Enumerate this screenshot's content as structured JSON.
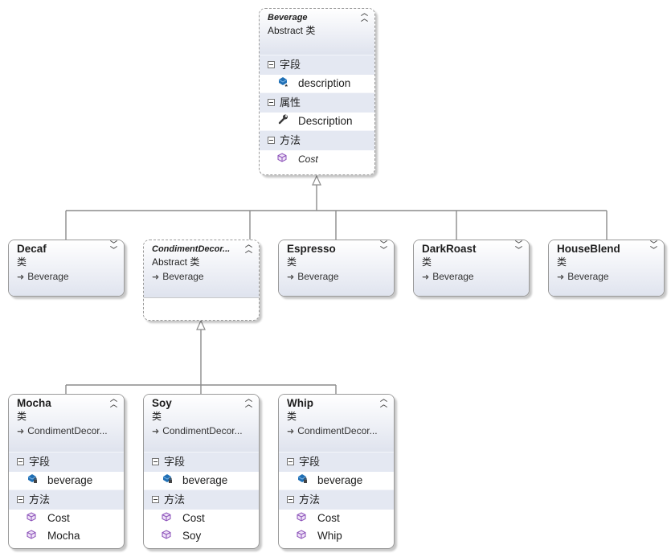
{
  "classes": {
    "beverage": {
      "name": "Beverage",
      "stereotype": "Abstract 类",
      "sections": [
        {
          "title": "字段",
          "members": [
            "description"
          ]
        },
        {
          "title": "属性",
          "members": [
            "Description"
          ]
        },
        {
          "title": "方法",
          "members": [
            "Cost"
          ]
        }
      ]
    },
    "decaf": {
      "name": "Decaf",
      "stereotype": "类",
      "inherits": "Beverage"
    },
    "condiment_decorator": {
      "name": "CondimentDecor...",
      "stereotype": "Abstract 类",
      "inherits": "Beverage"
    },
    "espresso": {
      "name": "Espresso",
      "stereotype": "类",
      "inherits": "Beverage"
    },
    "dark_roast": {
      "name": "DarkRoast",
      "stereotype": "类",
      "inherits": "Beverage"
    },
    "house_blend": {
      "name": "HouseBlend",
      "stereotype": "类",
      "inherits": "Beverage"
    },
    "mocha": {
      "name": "Mocha",
      "stereotype": "类",
      "inherits": "CondimentDecor...",
      "sections": [
        {
          "title": "字段",
          "members": [
            "beverage"
          ]
        },
        {
          "title": "方法",
          "members": [
            "Cost",
            "Mocha"
          ]
        }
      ]
    },
    "soy": {
      "name": "Soy",
      "stereotype": "类",
      "inherits": "CondimentDecor...",
      "sections": [
        {
          "title": "字段",
          "members": [
            "beverage"
          ]
        },
        {
          "title": "方法",
          "members": [
            "Cost",
            "Soy"
          ]
        }
      ]
    },
    "whip": {
      "name": "Whip",
      "stereotype": "类",
      "inherits": "CondimentDecor...",
      "sections": [
        {
          "title": "字段",
          "members": [
            "beverage"
          ]
        },
        {
          "title": "方法",
          "members": [
            "Cost",
            "Whip"
          ]
        }
      ]
    }
  },
  "icons": {
    "field": "protected-field-icon",
    "private_field": "private-field-icon",
    "property": "wrench-property-icon",
    "method": "method-cube-icon",
    "inherit": "inheritance-arrow-icon",
    "collapse": "chevron-up-icon",
    "expand": "chevron-down-icon"
  },
  "colors": {
    "header_gradient_end": "#dfe3ee",
    "section_band": "#e4e8f2",
    "connector": "#808080",
    "method_icon": "#8a4fb8",
    "field_icon": "#1f6fb5"
  }
}
